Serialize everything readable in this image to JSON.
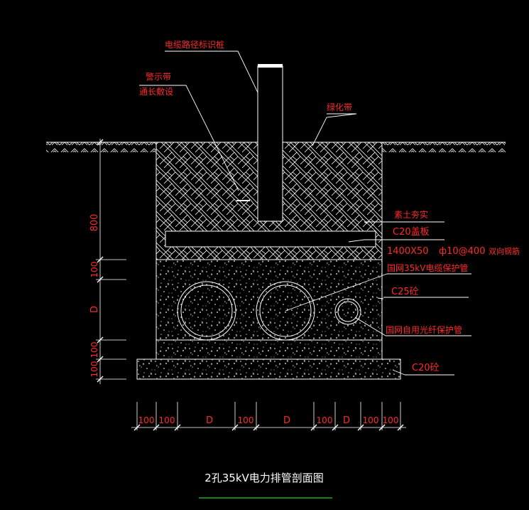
{
  "colors": {
    "background": "#000000",
    "linework": "#ffffff",
    "annotation": "#ff2a2a",
    "title_underline": "#22cc22"
  },
  "labels": {
    "marker_post": "电缆路径标识桩",
    "warning_tape_1": "警示带",
    "warning_tape_2": "通长敷设",
    "green_belt": "绿化带",
    "backfill": "素土夯实",
    "cover_plate": "C20盖板",
    "rebar_size": "1400X50",
    "rebar_spec": "ф10@400",
    "rebar_type": "双向钢筋",
    "power_pipe": "国网35kV电缆保护管",
    "c25_concrete": "C25砼",
    "fiber_pipe": "国网自用光纤保护管",
    "c20_concrete": "C20砼"
  },
  "vertical_dims": [
    "800",
    "100",
    "D",
    "100",
    "100"
  ],
  "horizontal_dims": [
    "100",
    "100",
    "D",
    "100",
    "D",
    "100",
    "D",
    "100",
    "100"
  ],
  "title": "2孔35kV电力排管剖面图"
}
